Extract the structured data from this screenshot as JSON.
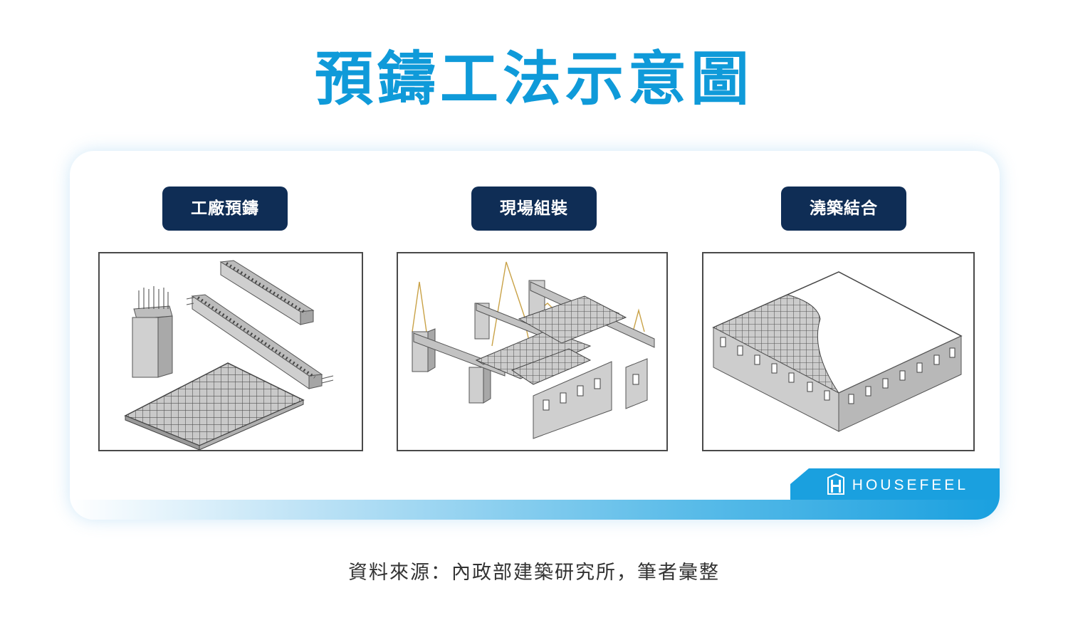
{
  "title": "預鑄工法示意圖",
  "panels": [
    {
      "label": "工廠預鑄"
    },
    {
      "label": "現場組裝"
    },
    {
      "label": "澆築結合"
    }
  ],
  "brand": {
    "name": "HOUSEFEEL",
    "icon": "housefeel-logo-icon"
  },
  "source": "資料來源：內政部建築研究所，筆者彙整",
  "colors": {
    "title": "#0f9ad9",
    "label_bg": "#0f2d55",
    "accent": "#1aa0df",
    "text": "#333333"
  }
}
